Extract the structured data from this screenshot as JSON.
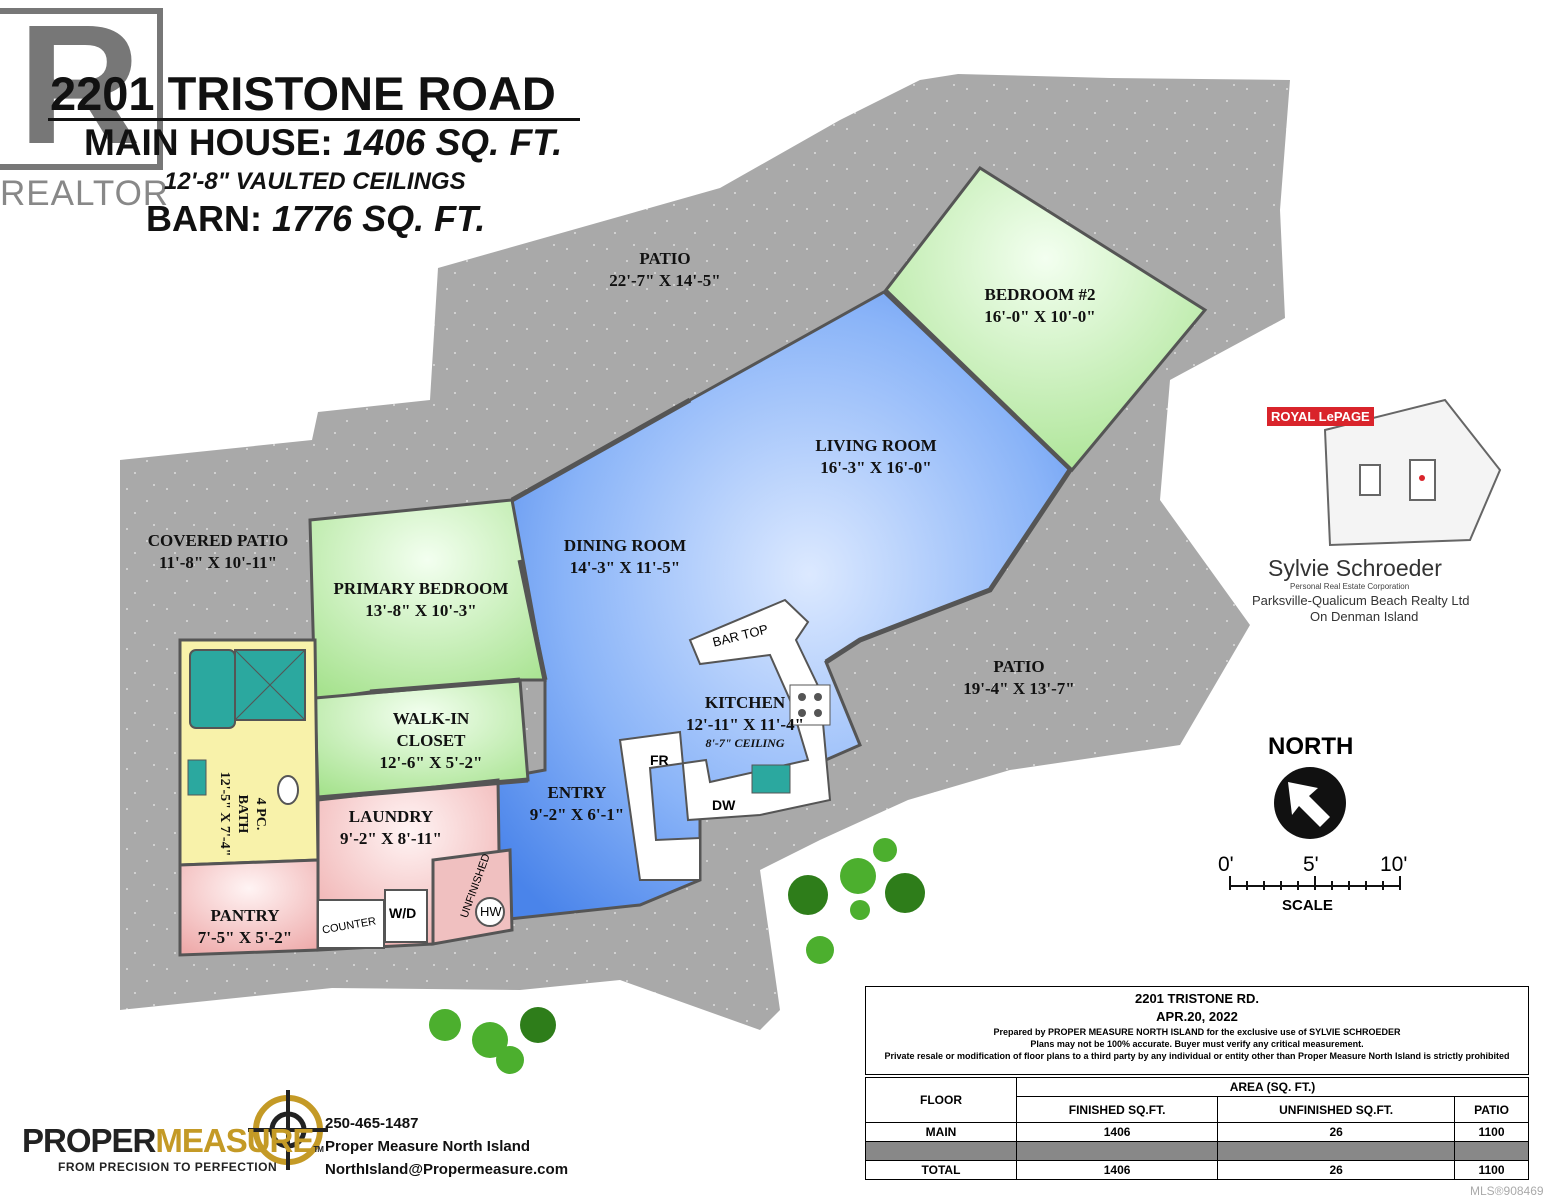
{
  "header": {
    "address": "2201 TRISTONE ROAD",
    "main_house_label": "MAIN HOUSE:",
    "main_house_value": "1406 SQ. FT.",
    "ceilings": "12'-8\" VAULTED CEILINGS",
    "barn_label": "BARN:",
    "barn_value": "1776 SQ. FT."
  },
  "watermark": {
    "text": "REALTOR"
  },
  "rooms": {
    "patio_north": {
      "name": "PATIO",
      "dims": "22'-7\" X 14'-5\""
    },
    "bedroom2": {
      "name": "BEDROOM #2",
      "dims": "16'-0\" X 10'-0\""
    },
    "living": {
      "name": "LIVING ROOM",
      "dims": "16'-3\" X 16'-0\""
    },
    "dining": {
      "name": "DINING ROOM",
      "dims": "14'-3\" X 11'-5\""
    },
    "covered_patio": {
      "name": "COVERED PATIO",
      "dims": "11'-8\" X 10'-11\""
    },
    "primary_bedroom": {
      "name": "PRIMARY BEDROOM",
      "dims": "13'-8\" X 10'-3\""
    },
    "walkin": {
      "name1": "WALK-IN",
      "name2": "CLOSET",
      "dims": "12'-6\" X 5'-2\""
    },
    "kitchen": {
      "name": "KITCHEN",
      "dims": "12'-11\" X 11'-4\"",
      "ceiling": "8'-7\" CEILING"
    },
    "patio_east": {
      "name": "PATIO",
      "dims": "19'-4\" X 13'-7\""
    },
    "bath": {
      "name1": "4 PC.",
      "name2": "BATH",
      "dims": "12'-5\" X 7'-4\""
    },
    "laundry": {
      "name": "LAUNDRY",
      "dims": "9'-2\" X 8'-11\""
    },
    "entry": {
      "name": "ENTRY",
      "dims": "9'-2\" X 6'-1\""
    },
    "pantry": {
      "name": "PANTRY",
      "dims": "7'-5\" X 5'-2\""
    }
  },
  "fixtures": {
    "bar_top": "BAR TOP",
    "fridge": "FR",
    "dishwasher": "DW",
    "washer_dryer": "W/D",
    "counter": "COUNTER",
    "unfinished": "UNFINISHED",
    "hot_water": "HW"
  },
  "agent": {
    "brokerage_logo": "ROYAL LePAGE",
    "name": "Sylvie Schroeder",
    "subtitle": "Personal Real Estate Corporation",
    "company": "Parksville-Qualicum Beach Realty Ltd",
    "location": "On Denman Island"
  },
  "compass": {
    "label": "NORTH"
  },
  "scale": {
    "t0": "0'",
    "t5": "5'",
    "t10": "10'",
    "label": "SCALE"
  },
  "info_box": {
    "title": "2201 TRISTONE RD.",
    "date": "APR.20, 2022",
    "prepared": "Prepared by PROPER MEASURE NORTH ISLAND for the exclusive use of SYLVIE SCHROEDER",
    "accuracy": "Plans may not be 100% accurate.  Buyer must verify any critical measurement.",
    "resale": "Private resale  or modification of floor plans to a third party by any individual or entity other than Proper Measure North Island is strictly prohibited",
    "col_floor": "FLOOR",
    "col_area": "AREA (SQ. FT.)",
    "col_finished": "FINISHED SQ.FT.",
    "col_unfinished": "UNFINISHED SQ.FT.",
    "col_patio": "PATIO",
    "rows": [
      {
        "floor": "MAIN",
        "finished": "1406",
        "unfinished": "26",
        "patio": "1100"
      },
      {
        "floor": "TOTAL",
        "finished": "1406",
        "unfinished": "26",
        "patio": "1100"
      }
    ]
  },
  "proper_measure": {
    "logo_a": "PROPER",
    "logo_b": "MEASURE",
    "tm": "TM",
    "tagline": "FROM PRECISION TO PERFECTION",
    "phone": "250-465-1487",
    "company": "Proper Measure North Island",
    "email": "NorthIsland@Propermeasure.com"
  },
  "mls": "MLS®908469"
}
